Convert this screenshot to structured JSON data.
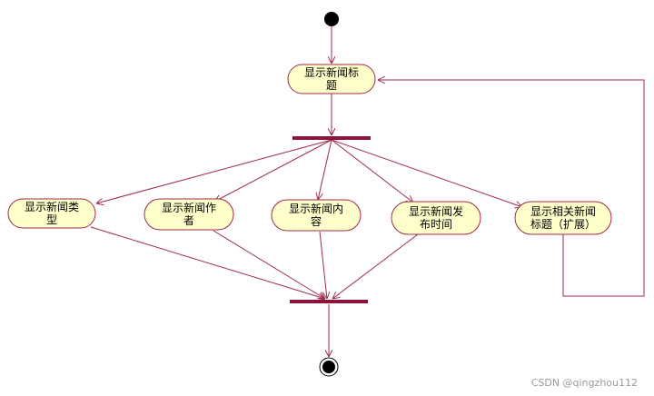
{
  "diagram": {
    "colors": {
      "line": "#a0284a",
      "bar": "#8b1538",
      "node_fill": "#ffffcc",
      "node_stroke": "#a0284a",
      "start": "#000000"
    },
    "nodes": {
      "title": {
        "lines": [
          "显示新闻标",
          "题"
        ]
      },
      "type": {
        "lines": [
          "显示新闻类",
          "型"
        ]
      },
      "author": {
        "lines": [
          "显示新闻作",
          "者"
        ]
      },
      "content": {
        "lines": [
          "显示新闻内",
          "容"
        ]
      },
      "time": {
        "lines": [
          "显示新闻发",
          "布时间"
        ]
      },
      "related": {
        "lines": [
          "显示相关新闻",
          "标题（扩展）"
        ]
      }
    },
    "edges": [
      {
        "from": "start",
        "to": "title"
      },
      {
        "from": "title",
        "to": "fork"
      },
      {
        "from": "fork",
        "to": "type"
      },
      {
        "from": "fork",
        "to": "author"
      },
      {
        "from": "fork",
        "to": "content"
      },
      {
        "from": "fork",
        "to": "time"
      },
      {
        "from": "fork",
        "to": "related"
      },
      {
        "from": "type",
        "to": "join"
      },
      {
        "from": "author",
        "to": "join"
      },
      {
        "from": "content",
        "to": "join"
      },
      {
        "from": "time",
        "to": "join"
      },
      {
        "from": "related",
        "to": "title"
      },
      {
        "from": "join",
        "to": "end"
      }
    ]
  },
  "watermark": "CSDN @qingzhou112"
}
